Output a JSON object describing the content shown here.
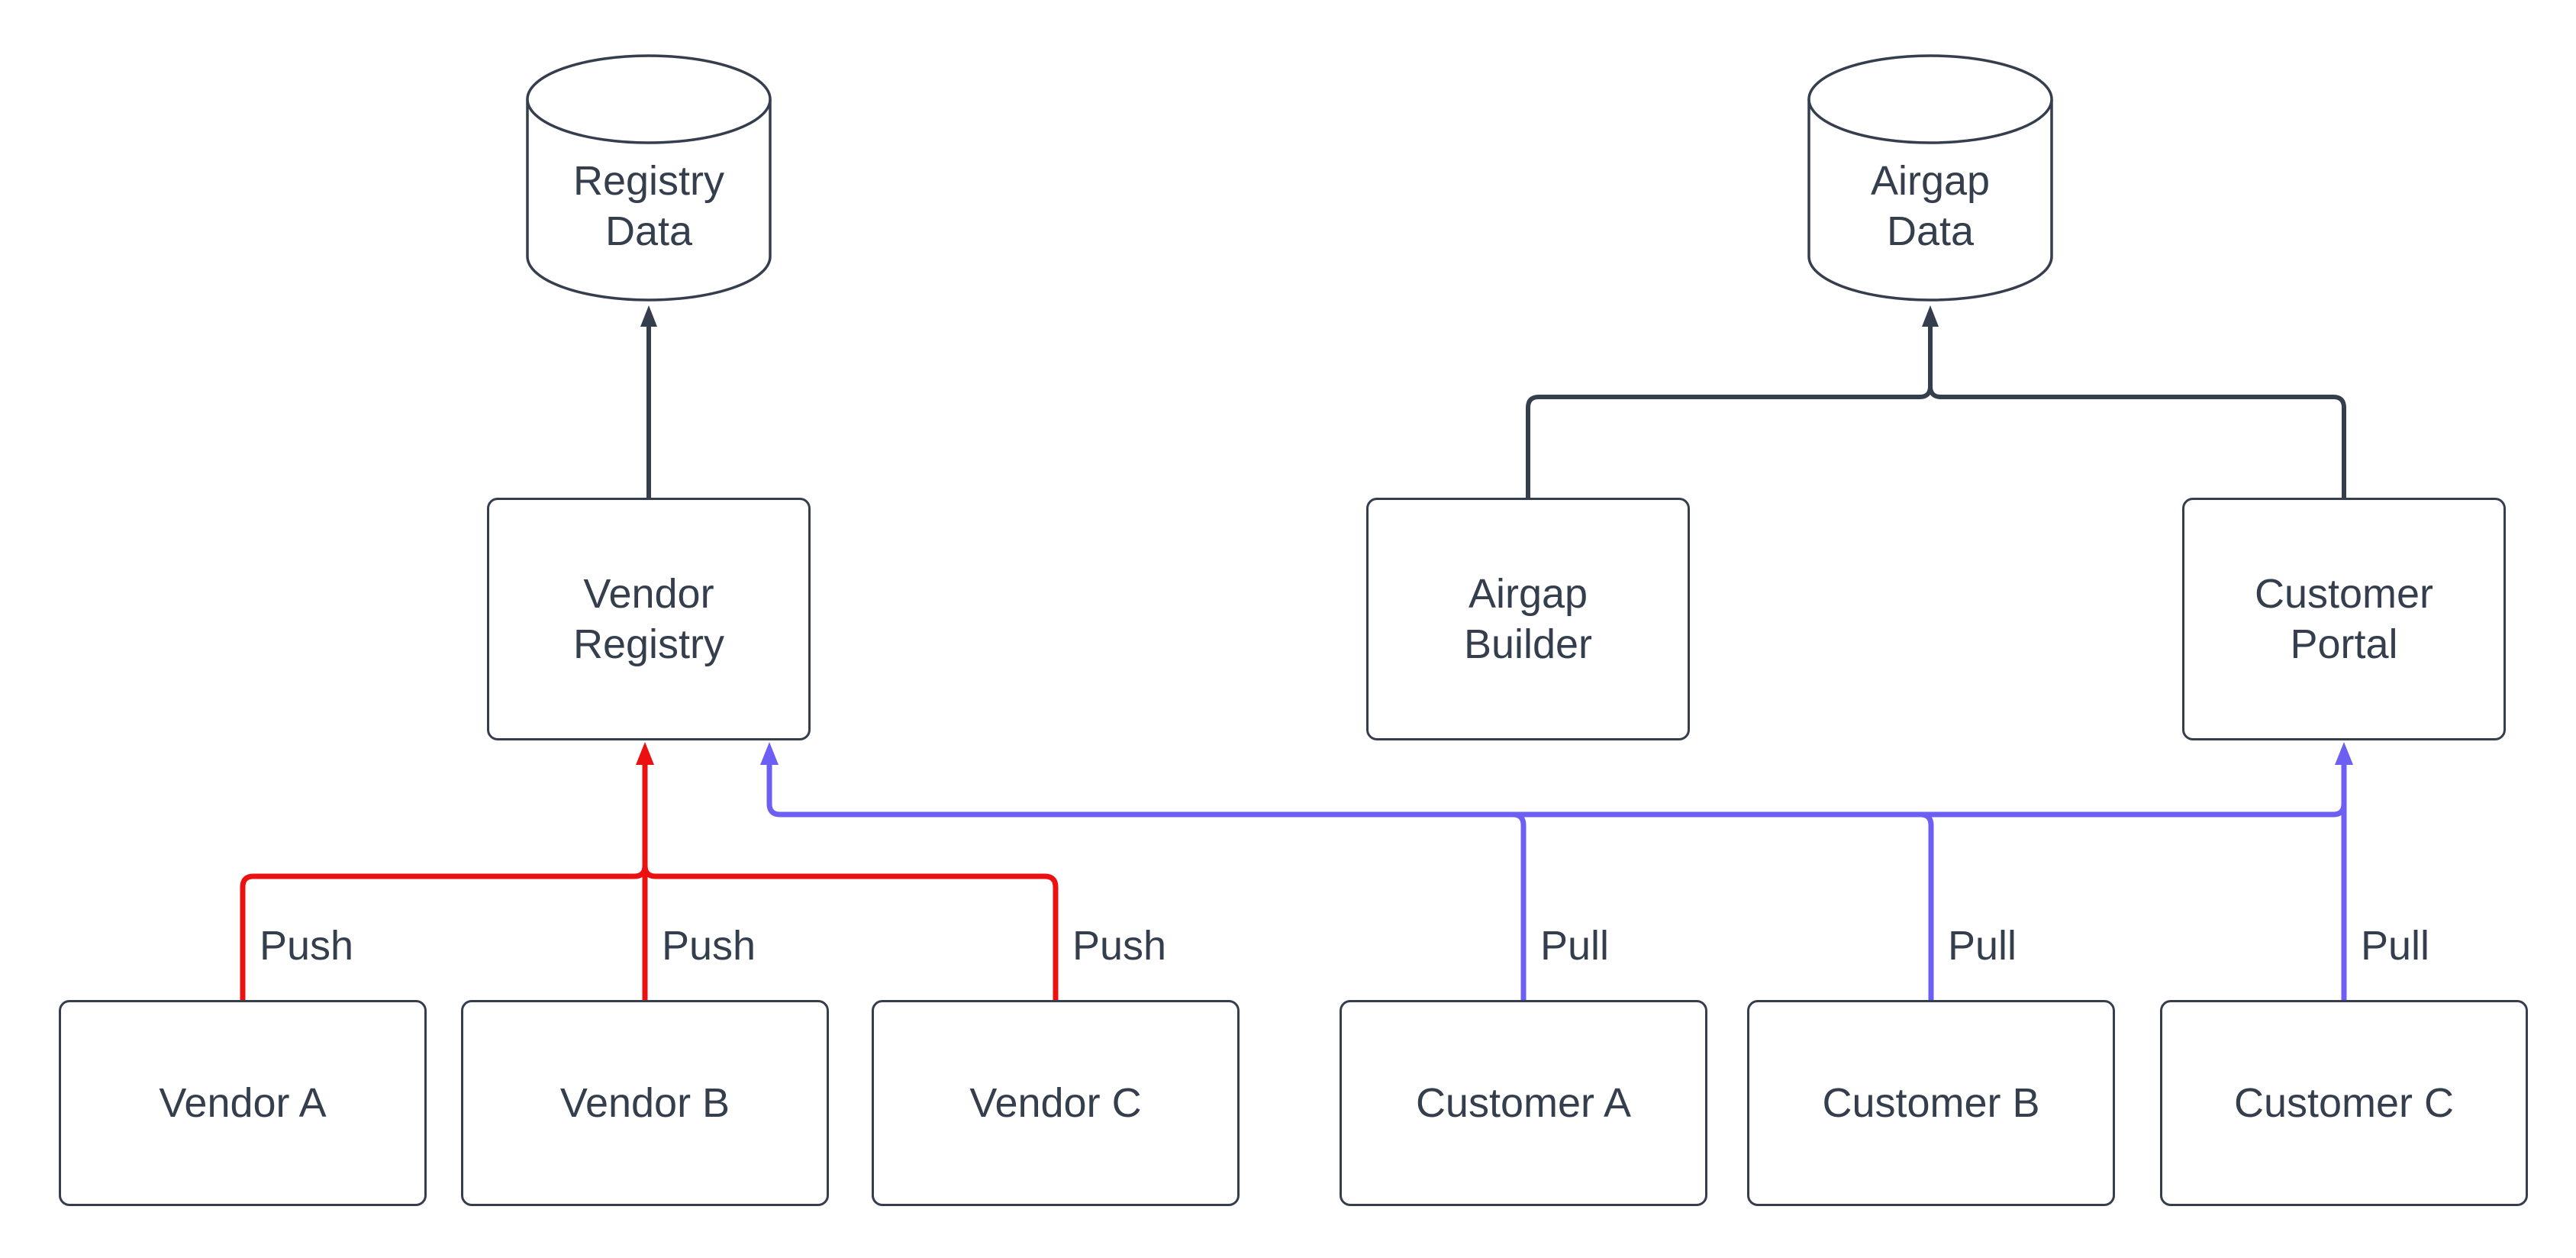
{
  "colors": {
    "dark": "#353E4D",
    "red": "#EC1111",
    "violet": "#6E5FF3",
    "background": "#ffffff"
  },
  "nodes": {
    "registry_data": {
      "label": "Registry Data",
      "shape": "cylinder"
    },
    "airgap_data": {
      "label": "Airgap Data",
      "shape": "cylinder"
    },
    "vendor_registry": {
      "label": "Vendor Registry",
      "shape": "rect"
    },
    "airgap_builder": {
      "label": "Airgap Builder",
      "shape": "rect"
    },
    "customer_portal": {
      "label": "Customer Portal",
      "shape": "rect"
    },
    "vendor_a": {
      "label": "Vendor A",
      "shape": "rect"
    },
    "vendor_b": {
      "label": "Vendor B",
      "shape": "rect"
    },
    "vendor_c": {
      "label": "Vendor C",
      "shape": "rect"
    },
    "customer_a": {
      "label": "Customer A",
      "shape": "rect"
    },
    "customer_b": {
      "label": "Customer B",
      "shape": "rect"
    },
    "customer_c": {
      "label": "Customer C",
      "shape": "rect"
    }
  },
  "edge_labels": [
    "Push",
    "Push",
    "Push",
    "Pull",
    "Pull",
    "Pull"
  ],
  "edges": {
    "push": {
      "sources": [
        "Vendor A",
        "Vendor B",
        "Vendor C"
      ],
      "target": "Vendor Registry",
      "label": "Push",
      "color": "red"
    },
    "pull": {
      "sources": [
        "Customer A",
        "Customer B",
        "Customer C"
      ],
      "targets": [
        "Vendor Registry",
        "Customer Portal"
      ],
      "label": "Pull",
      "color": "violet"
    },
    "store": [
      {
        "from": "Vendor Registry",
        "to": "Registry Data"
      },
      {
        "from": "Airgap Builder",
        "to": "Airgap Data"
      },
      {
        "from": "Customer Portal",
        "to": "Airgap Data"
      }
    ]
  }
}
